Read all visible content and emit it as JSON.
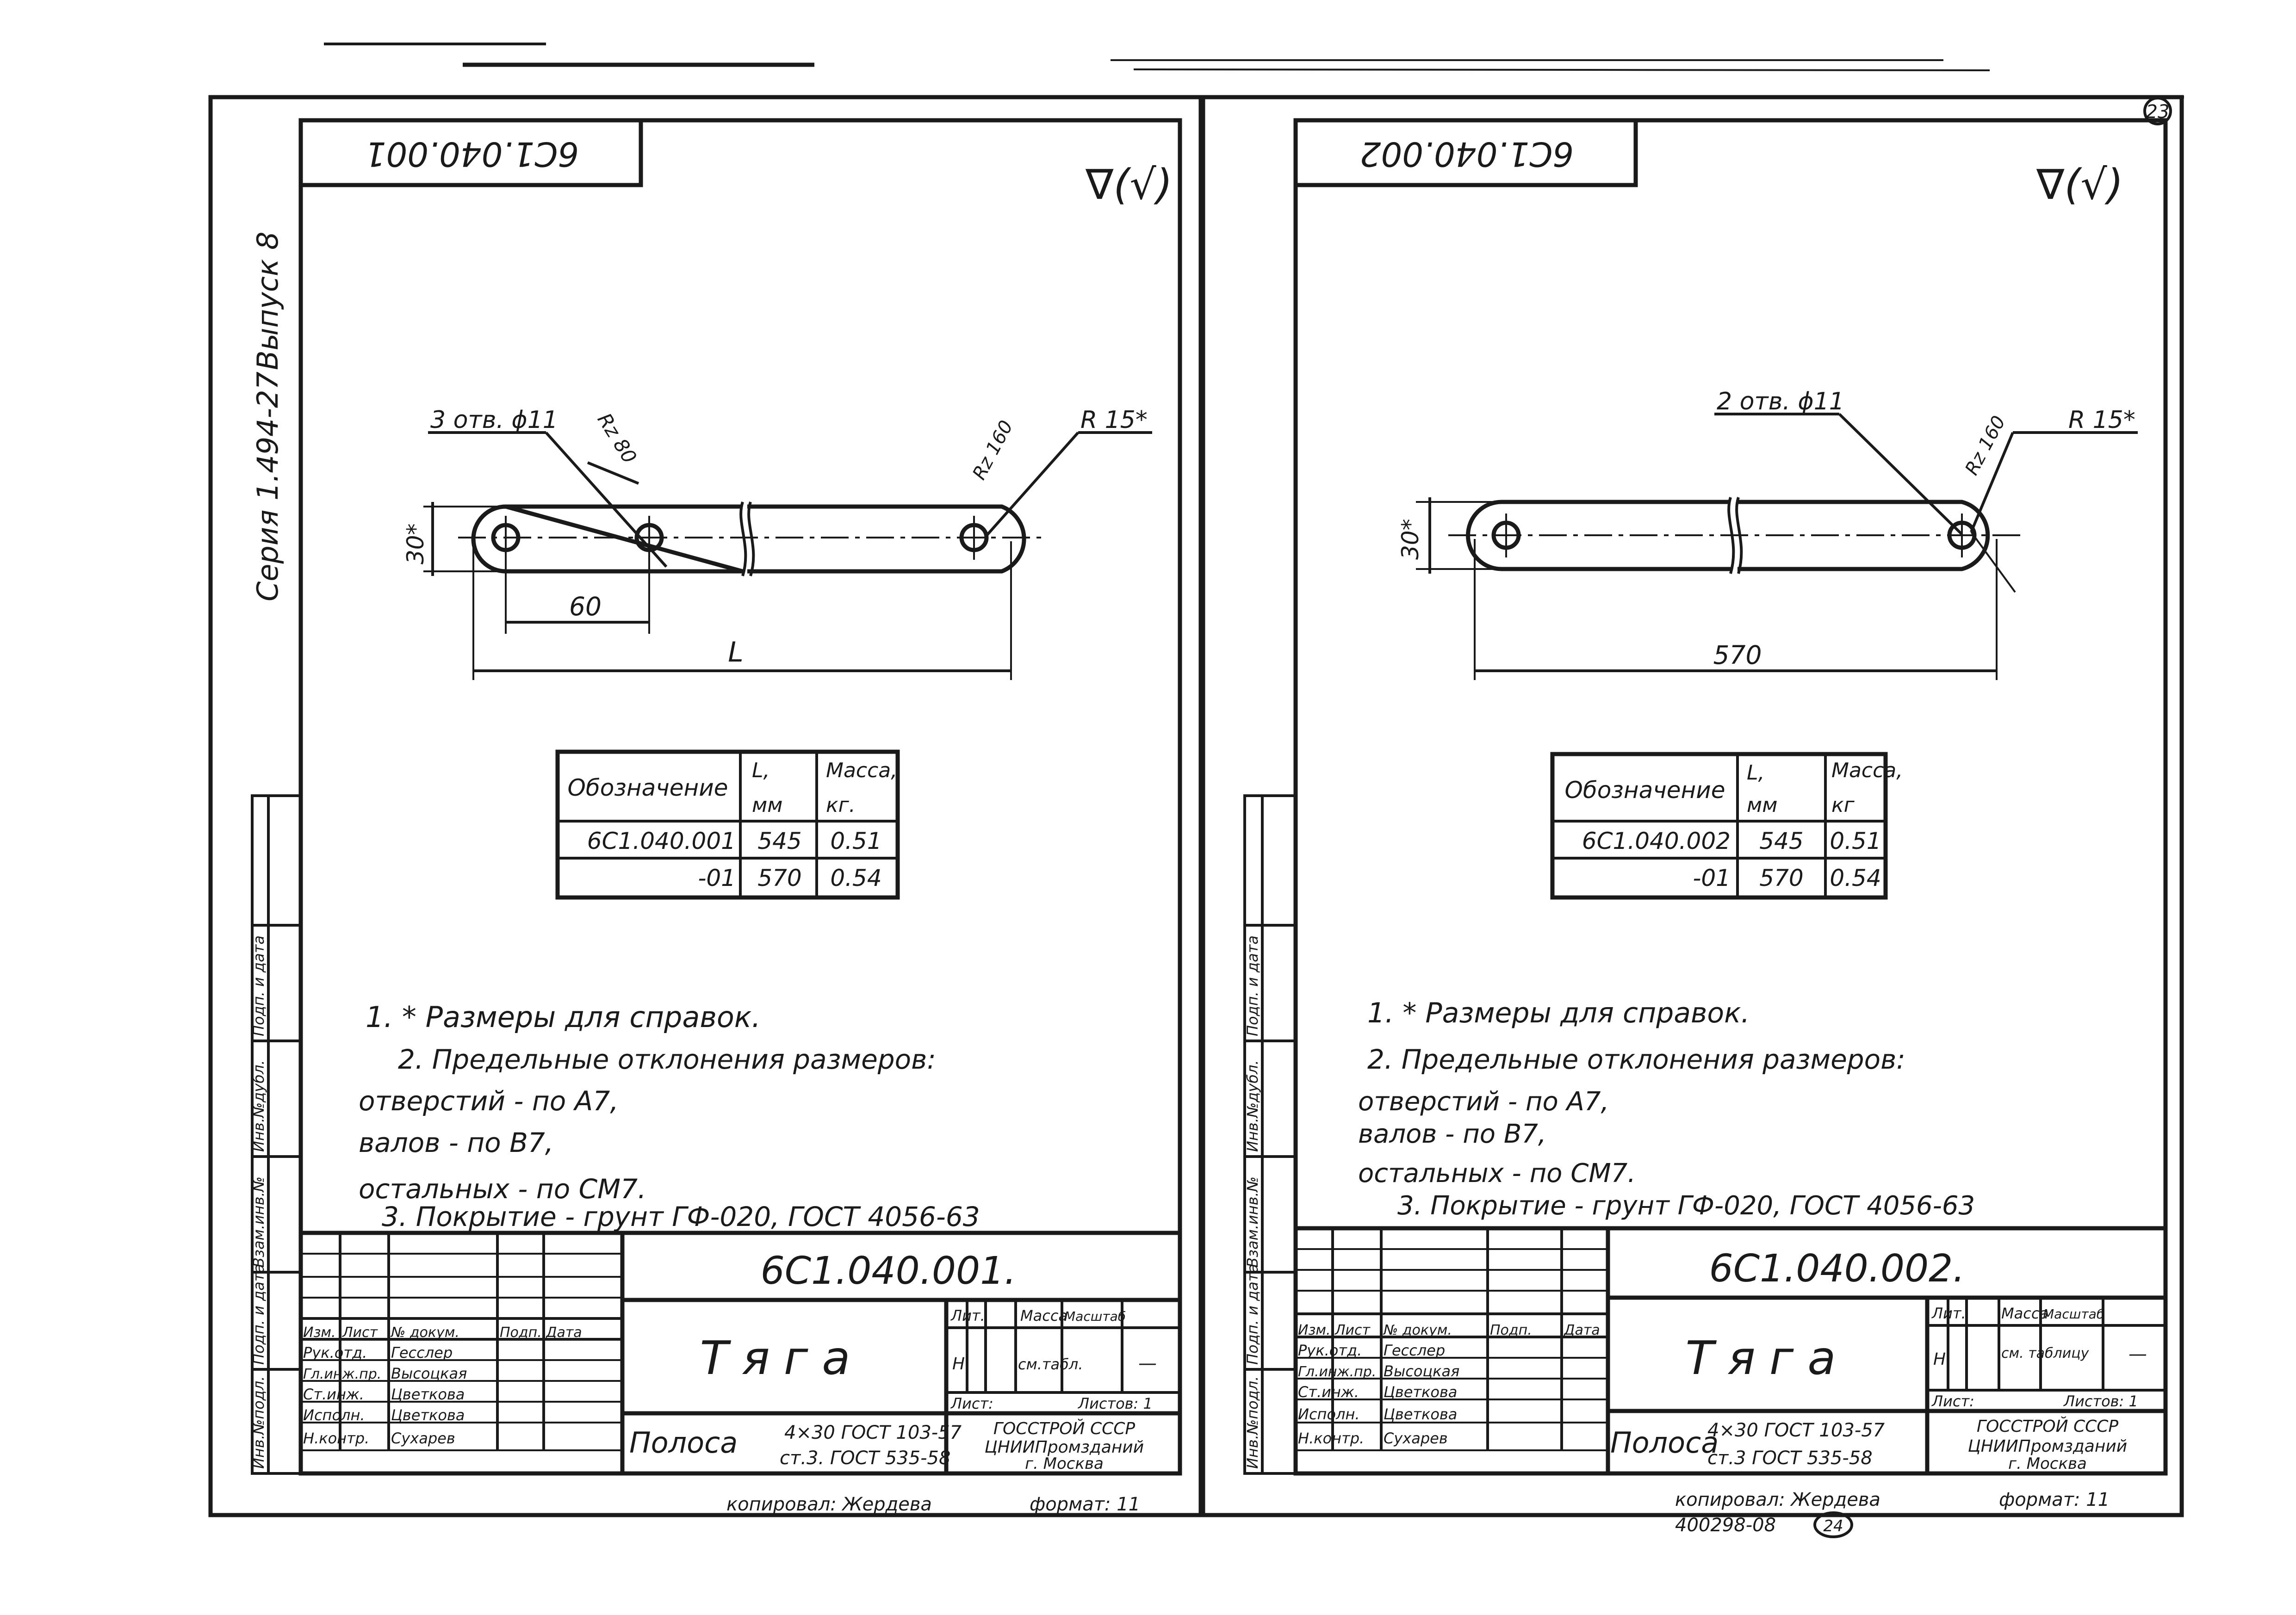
{
  "page": {
    "sheet_number": "23",
    "margin_side": {
      "series": "Серия 1.494-27",
      "issue": "Выпуск 8"
    },
    "margin_stamp_labels": [
      "Инв.№подл.",
      "Подп. и дата",
      "Взам.инв.№",
      "Инв.№дубл.",
      "Подп. и дата"
    ],
    "copy_note": "копировал: Жердева",
    "format_label": "формат: 11",
    "archive_number": "400298-08",
    "archive_page": "24"
  },
  "drawings": [
    {
      "id": "left",
      "rotated_code": "6С1.040.001",
      "roughness_mark": "∇(√)",
      "hole_note": "3 отв. ϕ11",
      "rz_hole": "Rz 80",
      "rz_end": "Rz 160",
      "radius": "R 15*",
      "width_dim": "30*",
      "pitch_dim": "60",
      "length_dim": "L",
      "table": {
        "headers": [
          "Обозначение",
          "L,\nмм",
          "Масса,\nкг."
        ],
        "rows": [
          [
            "6С1.040.001",
            "545",
            "0.51"
          ],
          [
            "-01",
            "570",
            "0.54"
          ]
        ]
      },
      "notes": [
        "1. * Размеры для справок.",
        "2. Предельные отклонения размеров:",
        "отверстий   - по А7,",
        "валов          - по В7,",
        "остальных   - по СМ7.",
        "3. Покрытие - грунт ГФ-020, ГОСТ 4056-63"
      ],
      "title_block": {
        "designation": "6С1.040.001.",
        "name": "Тяга",
        "material_word": "Полоса",
        "material_spec_top": "4×30 ГОСТ 103-57",
        "material_spec_bottom": "ст.3. ГОСТ 535-58",
        "lit_header": "Лит.",
        "mass_header": "Масса",
        "scale_header": "Масштаб",
        "lit_value": "Н",
        "mass_value": "см.табл.",
        "scale_value": "—",
        "sheet": "Лист:",
        "sheets": "Листов: 1",
        "org_1": "ГОССТРОЙ СССР",
        "org_2": "ЦНИИПромзданий",
        "org_3": "г. Москва",
        "cols": [
          "Изм.",
          "Лист",
          "№ докум.",
          "Подп.",
          "Дата"
        ],
        "people": [
          [
            "Рук.отд.",
            "Гесслер"
          ],
          [
            "Гл.инж.пр.",
            "Высоцкая"
          ],
          [
            "Ст.инж.",
            "Цветкова"
          ],
          [
            "Исполн.",
            "Цветкова"
          ],
          [
            "Н.контр.",
            "Сухарев"
          ]
        ]
      }
    },
    {
      "id": "right",
      "rotated_code": "6С1.040.002",
      "roughness_mark": "∇(√)",
      "hole_note": "2 отв. ϕ11",
      "rz_end": "Rz 160",
      "radius": "R 15*",
      "width_dim": "30*",
      "length_dim": "570",
      "table": {
        "headers": [
          "Обозначение",
          "L,\nмм",
          "Масса,\nкг"
        ],
        "rows": [
          [
            "6С1.040.002",
            "545",
            "0.51"
          ],
          [
            "-01",
            "570",
            "0.54"
          ]
        ]
      },
      "notes": [
        "1. * Размеры для справок.",
        "2. Предельные отклонения размеров:",
        "отверстий   - по А7,",
        "валов          - по В7,",
        "остальных   - по СМ7.",
        "3. Покрытие - грунт ГФ-020, ГОСТ 4056-63"
      ],
      "title_block": {
        "designation": "6С1.040.002.",
        "name": "Тяга",
        "material_word": "Полоса",
        "material_spec_top": "4×30 ГОСТ 103-57",
        "material_spec_bottom": "ст.3 ГОСТ 535-58",
        "lit_header": "Лит.",
        "mass_header": "Масса",
        "scale_header": "Масштаб",
        "lit_value": "Н",
        "mass_value": "см. таблицу",
        "scale_value": "—",
        "sheet": "Лист:",
        "sheets": "Листов: 1",
        "org_1": "ГОССТРОЙ СССР",
        "org_2": "ЦНИИПромзданий",
        "org_3": "г. Москва",
        "cols": [
          "Изм.",
          "Лист",
          "№ докум.",
          "Подп.",
          "Дата"
        ],
        "people": [
          [
            "Рук.отд.",
            "Гесслер"
          ],
          [
            "Гл.инж.пр.",
            "Высоцкая"
          ],
          [
            "Ст.инж.",
            "Цветкова"
          ],
          [
            "Исполн.",
            "Цветкова"
          ],
          [
            "Н.контр.",
            "Сухарев"
          ]
        ]
      }
    }
  ]
}
